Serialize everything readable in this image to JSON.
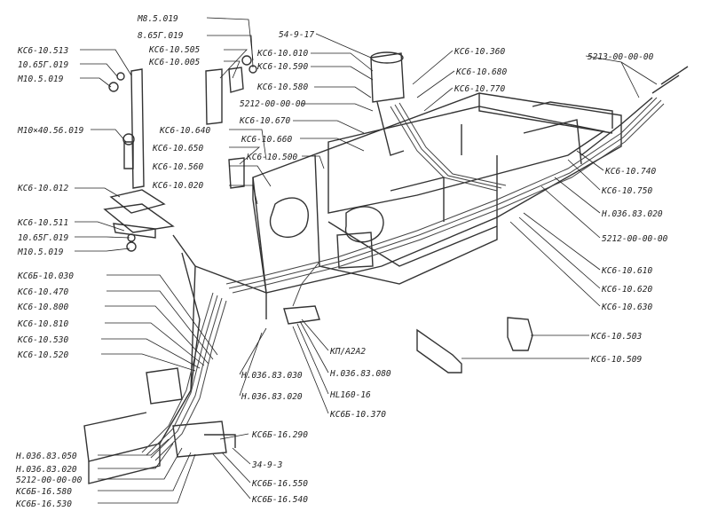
{
  "labels": {
    "m8_5_019": "М8.5.019",
    "ks6_10_513": "КС6-10.513",
    "g10_65_019a": "10.65Г.019",
    "m10_5_019a": "М10.5.019",
    "g8_65_019": "8.65Г.019",
    "ks6_10_505": "КС6-10.505",
    "ks6_10_005": "КС6-10.005",
    "m10x40": "М10×40.56.019",
    "ks6_10_012": "КС6-10.012",
    "ks6_10_511": "КС6-10.511",
    "g10_65_019b": "10.65Г.019",
    "m10_5_019b": "М10.5.019",
    "p54_9_17": "54-9-17",
    "ks6_10_010": "КС6-10.010",
    "ks6_10_590": "КС6-10.590",
    "ks6_10_580": "КС6-10.580",
    "p5212_a": "5212-00-00-00",
    "ks6_10_670": "КС6-10.670",
    "ks6_10_640": "КС6-10.640",
    "ks6_10_650": "КС6-10.650",
    "ks6_10_660": "КС6-10.660",
    "ks6_10_560": "КС6-10.560",
    "ks6_10_500": "КС6-10.500",
    "ks6_10_020": "КС6-10.020",
    "ks6_10_360": "КС6-10.360",
    "ks6_10_680": "КС6-10.680",
    "ks6_10_770": "КС6-10.770",
    "p5213": "5213-00-00-00",
    "ks6_10_740": "КС6-10.740",
    "ks6_10_750": "КС6-10.750",
    "n036_83_020a": "Н.036.83.020",
    "p5212_b": "5212-00-00-00",
    "ks6_10_610": "КС6-10.610",
    "ks6_10_620": "КС6-10.620",
    "ks6_10_630": "КС6-10.630",
    "ks6_10_503": "КС6-10.503",
    "ks6_10_509": "КС6-10.509",
    "ks6b_10_030": "КС6Б-10.030",
    "ks6_10_470": "КС6-10.470",
    "ks6_10_800": "КС6-10.800",
    "ks6_10_810": "КС6-10.810",
    "ks6_10_530": "КС6-10.530",
    "ks6_10_520": "КС6-10.520",
    "kp_a2a2": "КП/А2А2",
    "n036_83_080": "Н.036.83.080",
    "hl160_16": "HL160-16",
    "ks6b_10_370": "КС6Б-10.370",
    "n036_83_030": "Н.036.83.030",
    "n036_83_020b": "Н.036.83.020",
    "ks6b_16_290": "КС6Б-16.290",
    "n036_83_050": "Н.036.83.050",
    "n036_83_020c": "Н.036.83.020",
    "p5212_c": "5212-00-00-00",
    "ks6b_16_580": "КС6Б-16.580",
    "ks6b_16_530": "КС6Б-16.530",
    "p34_9_3": "34-9-3",
    "ks6b_16_550": "КС6Б-16.550",
    "ks6b_16_540": "КС6Б-16.540"
  }
}
